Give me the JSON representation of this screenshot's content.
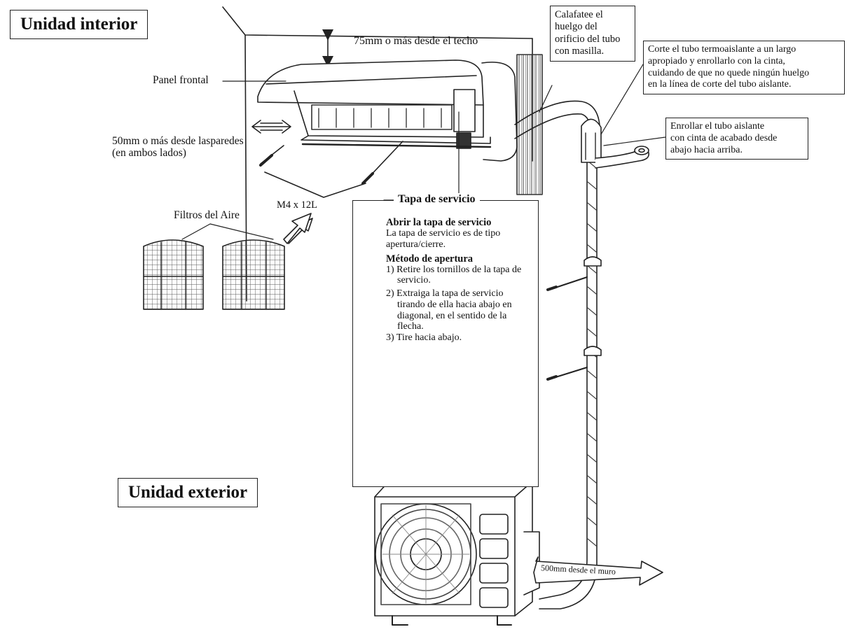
{
  "sections": {
    "indoor": "Unidad interior",
    "outdoor": "Unidad exterior"
  },
  "labels": {
    "ceiling_clearance": "75mm o más desde el techo",
    "front_panel": "Panel frontal",
    "wall_clearance_1": "50mm o más desde lasparedes",
    "wall_clearance_2": "(en ambos lados)",
    "screws": "M4 x 12L",
    "air_filters": "Filtros del Aire",
    "wall_distance": "500mm desde el muro"
  },
  "notes": {
    "caulk": [
      "Calafatee el",
      "huelgo del",
      "orificio del tubo",
      "con masilla."
    ],
    "cut_insulation": [
      "Corte el tubo termoaislante a un largo",
      "apropiado y enrollarlo con la cinta,",
      "cuidando de que no quede ningún huelgo",
      "en la línea de corte del tubo aislante."
    ],
    "wrap": [
      "Enrollar el tubo aislante",
      "con cinta de acabado desde",
      "abajo hacia arriba."
    ]
  },
  "service_cover": {
    "title": "Tapa de servicio",
    "open_heading": "Abrir la tapa de servicio",
    "open_text": [
      "La tapa de servicio es de tipo",
      "apertura/cierre."
    ],
    "method_heading": "Método de apertura",
    "step1": [
      "1) Retire los tornillos de la tapa de",
      "servicio."
    ],
    "step2": [
      "2) Extraiga la tapa de servicio",
      "tirando de ella hacia abajo en",
      "diagonal, en el sentido de la",
      "flecha."
    ],
    "step3": "3) Tire hacia abajo."
  }
}
